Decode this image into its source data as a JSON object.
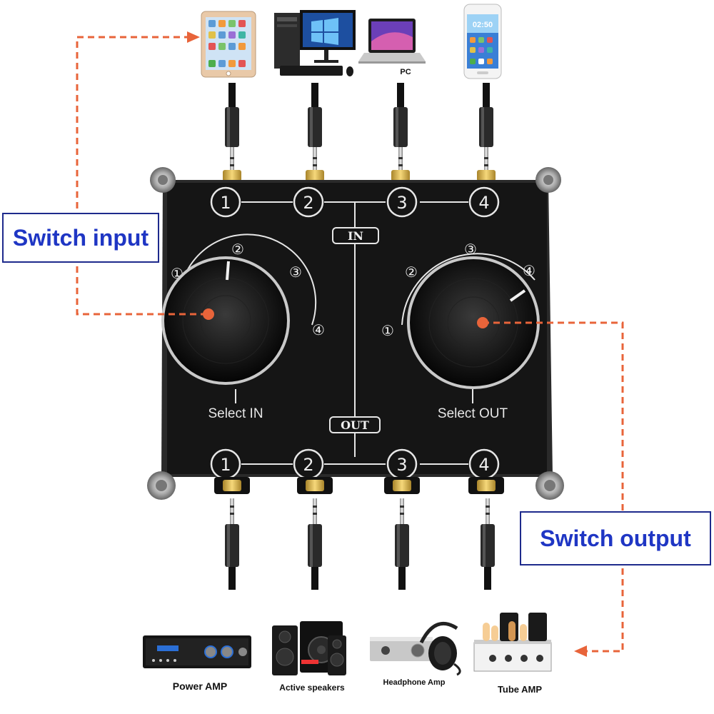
{
  "callouts": {
    "switch_input": "Switch input",
    "switch_output": "Switch output"
  },
  "top_devices": {
    "pc_label": "PC",
    "phone_clock": "02:50"
  },
  "panel": {
    "in_tag": "IN",
    "out_tag": "OUT",
    "select_in": "Select IN",
    "select_out": "Select OUT",
    "port_numbers": [
      "1",
      "2",
      "3",
      "4"
    ],
    "knob_positions": [
      "①",
      "②",
      "③",
      "④"
    ]
  },
  "bottom_devices": {
    "power_amp": "Power AMP",
    "active_speakers": "Active speakers",
    "headphone_amp": "Headphone Amp",
    "tube_amp": "Tube AMP"
  },
  "colors": {
    "panel": "#151515",
    "panel_line": "#e6e6e6",
    "arrow": "#e8643a",
    "callout_text": "#1f36c4",
    "callout_border": "#1e2a8c"
  }
}
